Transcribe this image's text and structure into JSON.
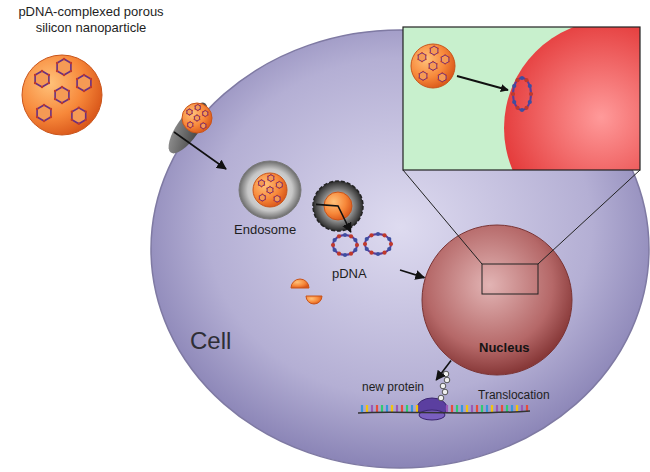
{
  "diagram": {
    "nodes": [
      {
        "text": [
          "pDNA-complexed porous silicon nanoparticle"
        ]
      },
      {
        "text": [
          "Cell"
        ]
      },
      {
        "text": [
          "Endosome"
        ],
        "in": 1
      },
      {
        "text": [
          "pDNA"
        ],
        "in": 1
      },
      {
        "text": [
          "Nucleus"
        ],
        "in": 1
      },
      {
        "text": [
          "new protein"
        ],
        "in": 1
      }
    ],
    "edges": [
      {
        "from": 0,
        "to": 2,
        "arrow": "to"
      },
      {
        "from": 2,
        "to": 3,
        "arrow": "to"
      },
      {
        "from": 3,
        "to": 4,
        "arrow": "to"
      },
      {
        "from": 4,
        "to": 5,
        "arrow": "to"
      }
    ],
    "labels": [
      "Translocation"
    ]
  }
}
